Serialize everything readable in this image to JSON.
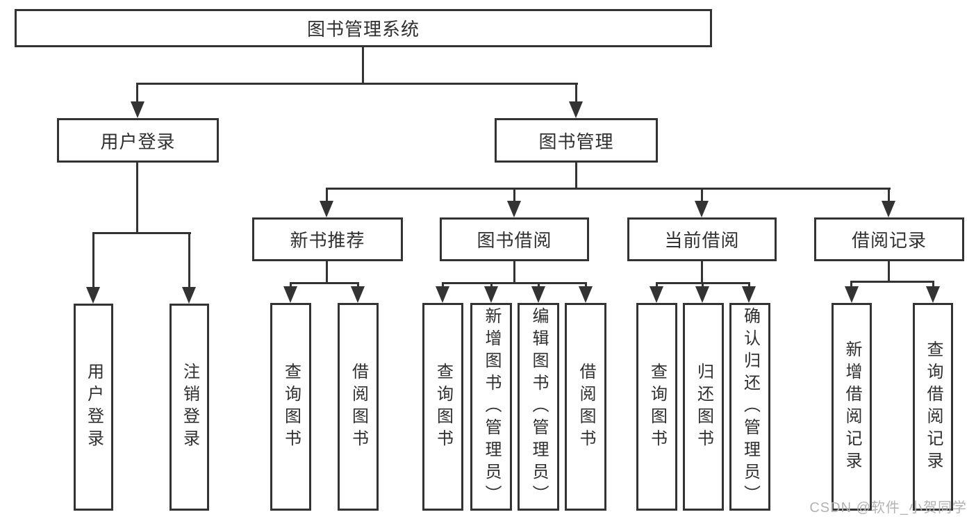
{
  "nodes": {
    "root": {
      "label": "图书管理系统"
    },
    "level2": [
      {
        "label": "用户登录"
      },
      {
        "label": "图书管理"
      }
    ],
    "level3": [
      {
        "label": "新书推荐"
      },
      {
        "label": "图书借阅"
      },
      {
        "label": "当前借阅"
      },
      {
        "label": "借阅记录"
      }
    ]
  },
  "leaves": {
    "login": [
      {
        "label": "用户登录"
      },
      {
        "label": "注销登录"
      }
    ],
    "recommend": [
      {
        "label": "查询图书"
      },
      {
        "label": "借阅图书"
      }
    ],
    "borrow": [
      {
        "label": "查询图书"
      },
      {
        "label": "新增图书（管理员）"
      },
      {
        "label": "编辑图书（管理员）"
      },
      {
        "label": "借阅图书"
      }
    ],
    "current": [
      {
        "label": "查询图书"
      },
      {
        "label": "归还图书"
      },
      {
        "label": "确认归还（管理员）"
      }
    ],
    "records": [
      {
        "label": "新增借阅记录"
      },
      {
        "label": "查询借阅记录"
      }
    ]
  },
  "watermark": {
    "text": "CSDN @软件_小贺同学"
  },
  "colors": {
    "line": "#333333",
    "text": "#2f2f2f",
    "watermark": "#b2b2b2",
    "background": "#ffffff"
  }
}
